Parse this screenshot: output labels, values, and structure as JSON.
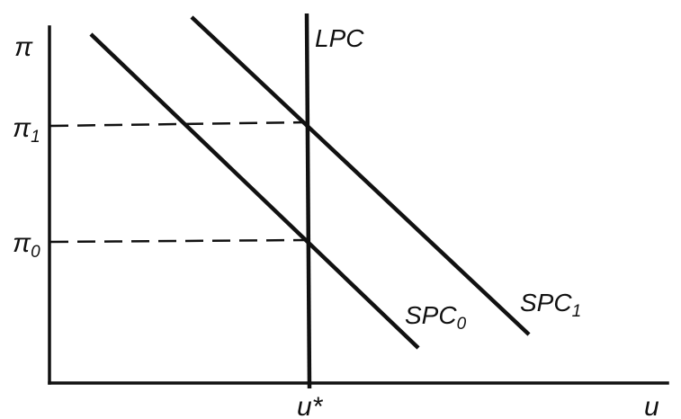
{
  "diagram": {
    "colors": {
      "ink": "#111111",
      "background": "#ffffff"
    },
    "axes": {
      "y_label": "π",
      "x_label": "u"
    },
    "curves": {
      "lpc_label": "LPC",
      "spc0_label": {
        "base": "SPC",
        "sub": "0"
      },
      "spc1_label": {
        "base": "SPC",
        "sub": "1"
      }
    },
    "levels": {
      "pi1_label": {
        "base": "π",
        "sub": "1"
      },
      "pi0_label": {
        "base": "π",
        "sub": "0"
      },
      "ustar_label": "u*"
    },
    "guides": {
      "style": "dashed"
    }
  }
}
